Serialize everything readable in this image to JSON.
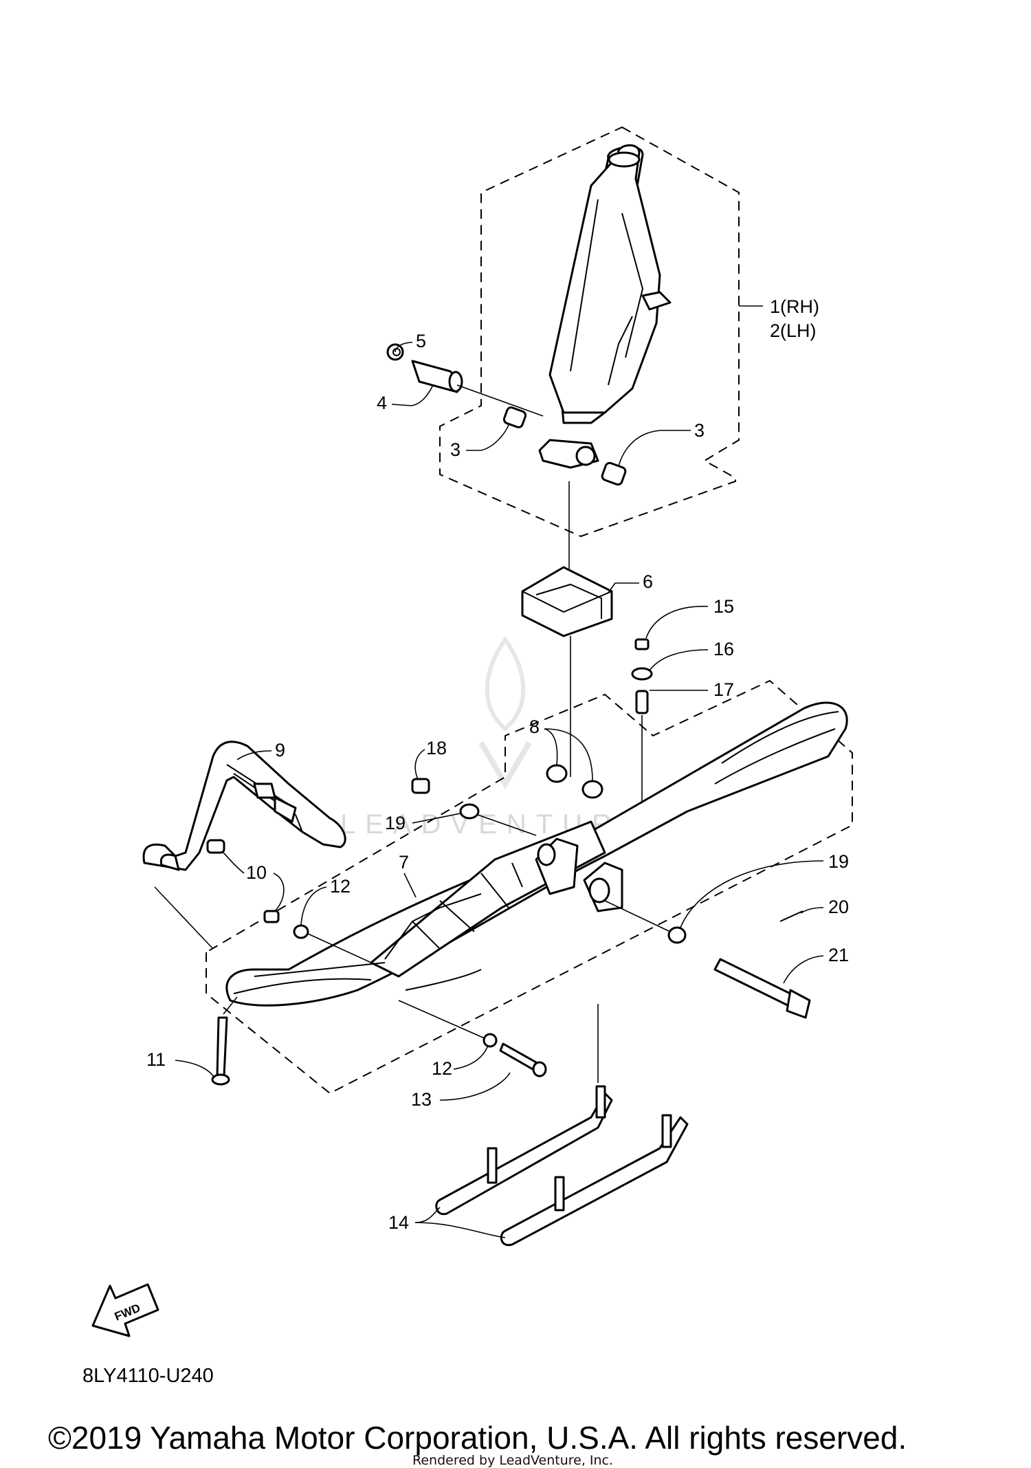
{
  "diagram": {
    "callouts": {
      "c1": "1(RH)",
      "c2": "2(LH)",
      "c3a": "3",
      "c3b": "3",
      "c4": "4",
      "c5": "5",
      "c6": "6",
      "c7": "7",
      "c8": "8",
      "c9": "9",
      "c10": "10",
      "c11": "11",
      "c12a": "12",
      "c12b": "12",
      "c13": "13",
      "c14": "14",
      "c15": "15",
      "c16": "16",
      "c17": "17",
      "c18": "18",
      "c19a": "19",
      "c19b": "19",
      "c20": "20",
      "c21": "21"
    },
    "fwd_label": "FWD",
    "diagram_code": "8LY4110-U240",
    "watermark": "LEADVENTURE",
    "copyright": "©2019 Yamaha Motor Corporation, U.S.A. All rights reserved.",
    "rendered_by": "Rendered by LeadVenture, Inc."
  }
}
